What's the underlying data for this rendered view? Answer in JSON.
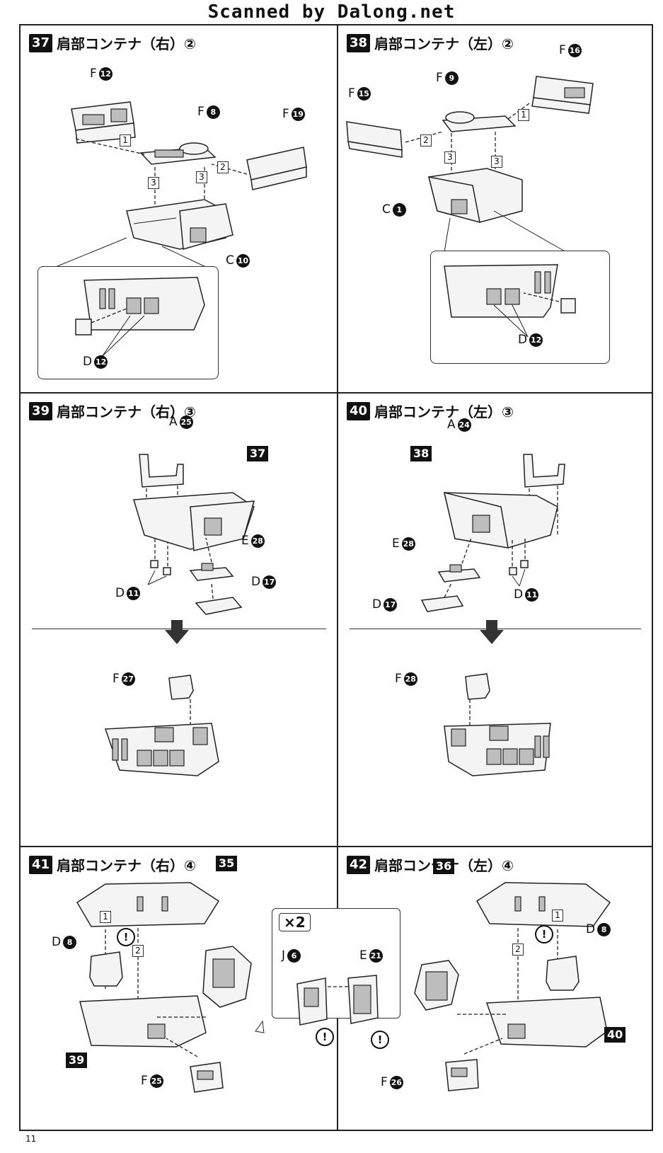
{
  "header": {
    "scan_credit": "Scanned by Dalong.net"
  },
  "page_number": "11",
  "steps": [
    {
      "num": "37",
      "title": "肩部コンテナ（右）②",
      "labels": {
        "f12": "F",
        "f12n": "12",
        "f8": "F",
        "f8n": "8",
        "f19": "F",
        "f19n": "19",
        "c10": "C",
        "c10n": "10",
        "d12": "D",
        "d12n": "12"
      },
      "substeps": [
        "1",
        "2",
        "3",
        "3"
      ]
    },
    {
      "num": "38",
      "title": "肩部コンテナ（左）②",
      "labels": {
        "f16": "F",
        "f16n": "16",
        "f9": "F",
        "f9n": "9",
        "f15": "F",
        "f15n": "15",
        "c1": "C",
        "c1n": "1",
        "d12": "D",
        "d12n": "12"
      },
      "substeps": [
        "1",
        "2",
        "3",
        "3"
      ]
    },
    {
      "num": "39",
      "title": "肩部コンテナ（右）③",
      "labels": {
        "a25": "A",
        "a25n": "25",
        "ref": "37",
        "e28": "E",
        "e28n": "28",
        "d11": "D",
        "d11n": "11",
        "d17": "D",
        "d17n": "17",
        "f27": "F",
        "f27n": "27"
      }
    },
    {
      "num": "40",
      "title": "肩部コンテナ（左）③",
      "labels": {
        "a24": "A",
        "a24n": "24",
        "ref": "38",
        "e28": "E",
        "e28n": "28",
        "d17": "D",
        "d17n": "17",
        "d11": "D",
        "d11n": "11",
        "f28": "F",
        "f28n": "28"
      }
    },
    {
      "num": "41",
      "title": "肩部コンテナ（右）④",
      "labels": {
        "ref35": "35",
        "d8": "D",
        "d8n": "8",
        "ref39": "39",
        "f25": "F",
        "f25n": "25"
      },
      "substeps": [
        "1",
        "2"
      ]
    },
    {
      "num": "42",
      "title": "肩部コンテナ（左）④",
      "labels": {
        "ref36": "36",
        "d8": "D",
        "d8n": "8",
        "ref40": "40",
        "f26": "F",
        "f26n": "26"
      },
      "substeps": [
        "1",
        "2"
      ]
    }
  ],
  "callout": {
    "multiplier": "×2",
    "j": "J",
    "jn": "6",
    "e": "E",
    "en": "21"
  },
  "warning_mark": "!"
}
